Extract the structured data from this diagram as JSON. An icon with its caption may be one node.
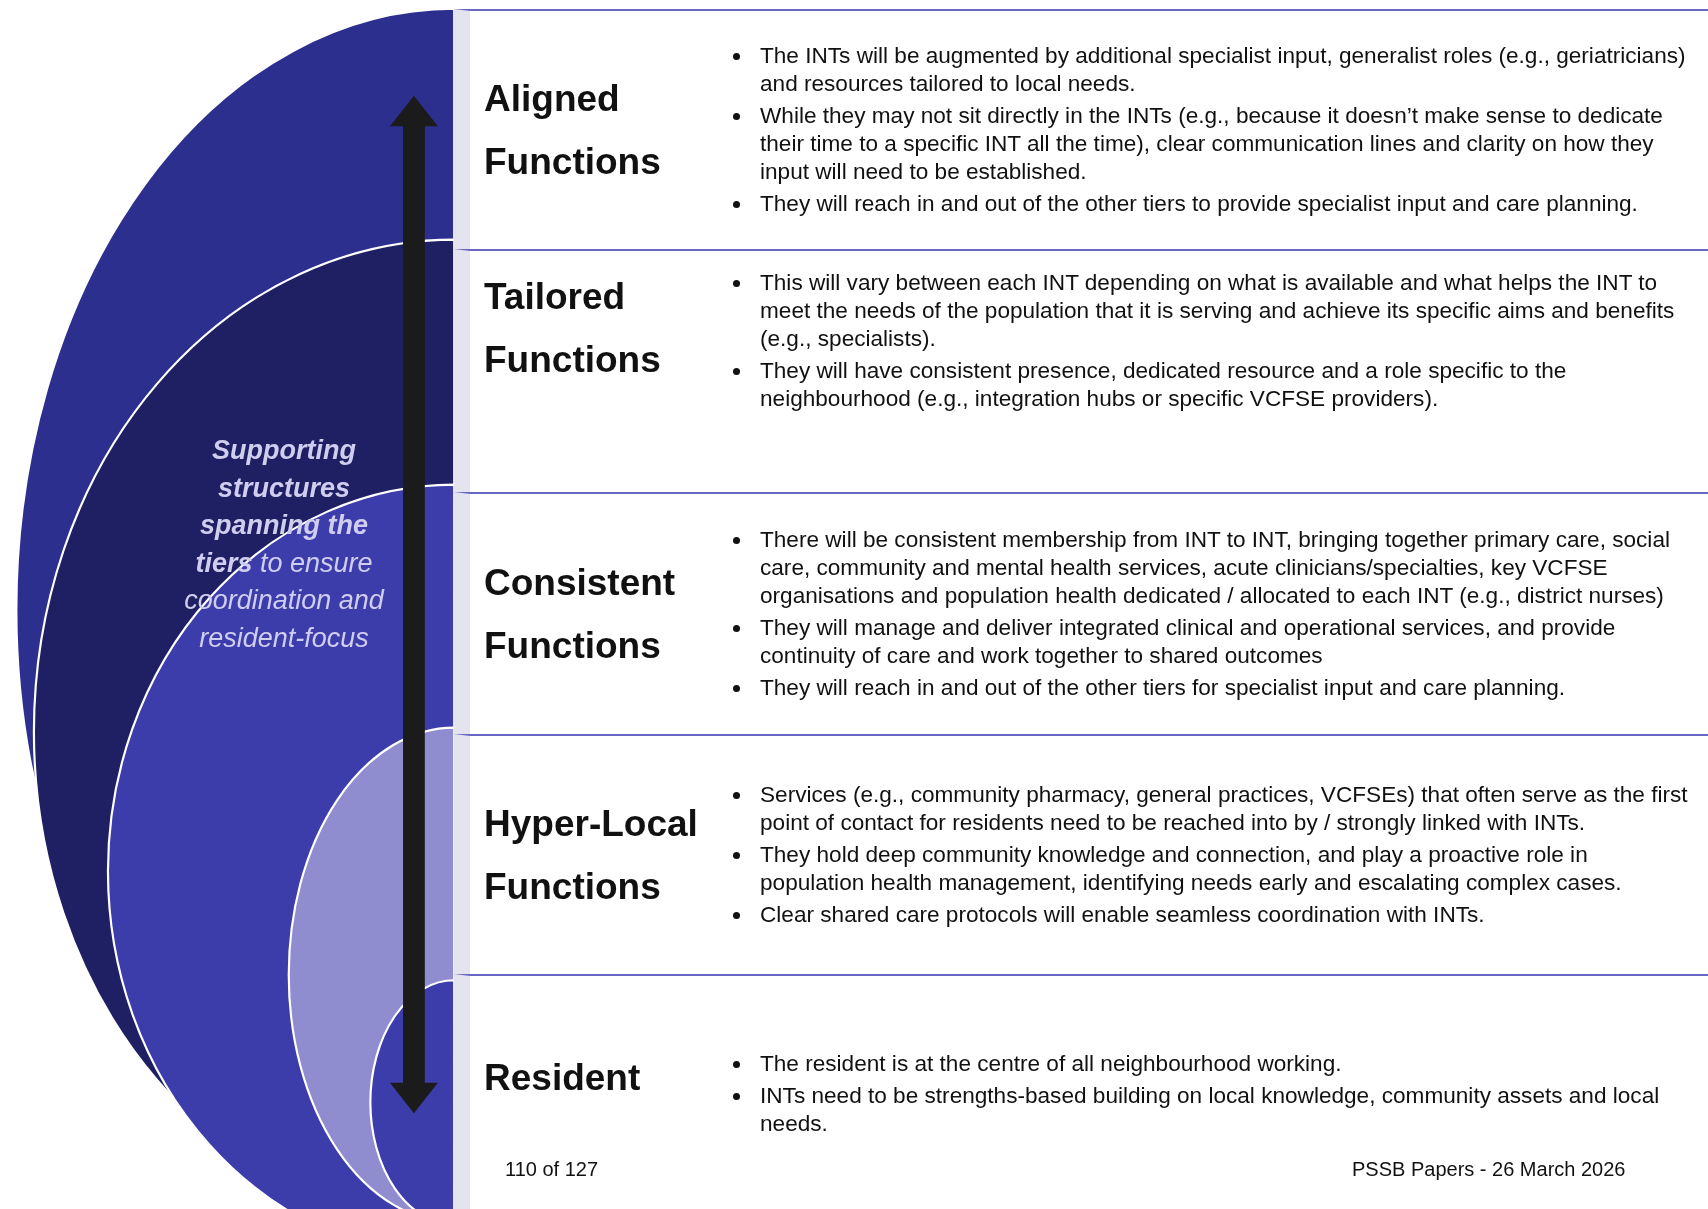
{
  "diagram": {
    "nodes": [
      {
        "text": [
          "Aligned Functions",
          "The INTs will be augmented by additional specialist input, generalist roles (e.g., geriatricians) and resources tailored to local needs.",
          "While they may not sit directly in the INTs (e.g., because it doesn’t make sense to dedicate their time to a specific INT all the time), clear communication lines and clarity on how they input will need to be established.",
          "They will reach in and out of the other tiers to provide specialist input and care planning."
        ]
      },
      {
        "text": [
          "Tailored Functions",
          "This will vary between each INT depending on what is available and what helps the INT to meet the needs of the population that it is serving and achieve its specific aims and benefits (e.g., specialists).",
          "They will have consistent presence, dedicated resource and a role specific to the neighbourhood (e.g., integration hubs or specific VCFSE providers)."
        ]
      },
      {
        "text": [
          "Consistent Functions",
          "There will be consistent membership from INT to INT, bringing together primary care, social care, community and mental health services, acute clinicians/specialties, key VCFSE organisations and population health dedicated / allocated to each INT (e.g., district nurses)",
          "They will manage and deliver integrated clinical and operational services, and provide continuity of care and work together to shared outcomes",
          "They will reach in and out of the other tiers for specialist input and care planning."
        ]
      },
      {
        "text": [
          "Hyper-Local Functions",
          "Services (e.g., community pharmacy, general practices, VCFSEs) that often serve as the first point of contact for residents need to be reached into by / strongly linked with INTs.",
          "They hold deep community knowledge and connection, and play a proactive role in population health management, identifying needs early and escalating complex cases.",
          "Clear shared care protocols will enable seamless coordination with INTs."
        ]
      },
      {
        "text": [
          "Resident",
          "The resident is at the centre of all neighbourhood working.",
          "INTs need to be strengths-based building on local knowledge, community assets and local needs."
        ]
      }
    ],
    "labels": [
      "**Supporting structures spanning the tiers** to ensure coordination and resident-focus",
      "110 of 127",
      "PSSB Papers - 26 March 2026"
    ]
  }
}
